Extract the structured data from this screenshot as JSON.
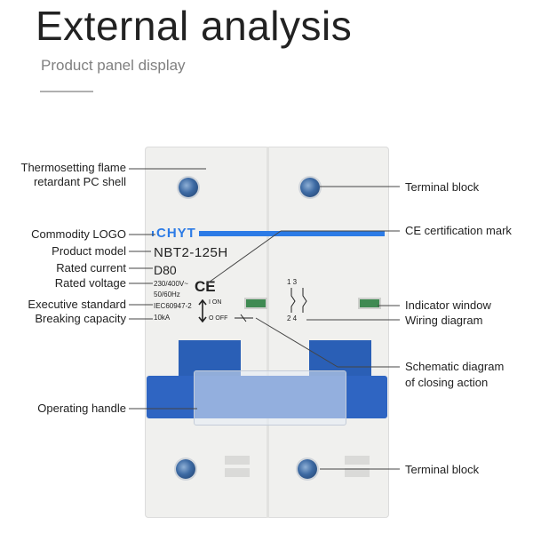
{
  "header": {
    "title": "External analysis",
    "subtitle": "Product panel display"
  },
  "labels_left": {
    "shell_line1": "Thermosetting flame",
    "shell_line2": "retardant PC shell",
    "logo": "Commodity LOGO",
    "model": "Product model",
    "current": "Rated current",
    "voltage": "Rated voltage",
    "standard": "Executive standard",
    "breaking": "Breaking capacity",
    "handle": "Operating handle"
  },
  "labels_right": {
    "terminal_top": "Terminal block",
    "ce": "CE certification mark",
    "indicator": "Indicator window",
    "wiring": "Wiring diagram",
    "schematic_line1": "Schematic diagram",
    "schematic_line2": "of closing action",
    "terminal_bottom": "Terminal block"
  },
  "device": {
    "brand": "CHYT",
    "model": "NBT2-125H",
    "current": "D80",
    "voltage": "230/400V~",
    "frequency": "50/60Hz",
    "standard": "IEC60947-2",
    "breaking": "10kA",
    "ce_mark": "CE",
    "on_label": "I ON",
    "off_label": "O OFF",
    "wiring_top": "1 3",
    "wiring_bottom": "2 4",
    "colors": {
      "handle": "#2f65c2",
      "brand": "#2c7be6",
      "indicator": "#3f8a52"
    }
  }
}
